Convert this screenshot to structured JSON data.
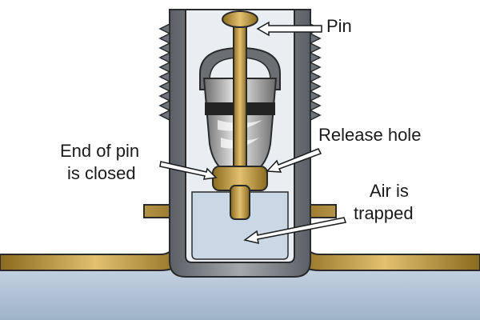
{
  "labels": {
    "pin": "Pin",
    "release_hole": "Release hole",
    "end_of_pin_line1": "End of pin",
    "end_of_pin_line2": "is closed",
    "air_line1": "Air is",
    "air_line2": "trapped"
  },
  "colors": {
    "brass": "#c9a24a",
    "brass_dark": "#8a6a1e",
    "steel": "#8a8f94",
    "steel_dark": "#4a4f55",
    "air": "#c9d8e4",
    "tube": "#b9c9d8",
    "outline": "#2a2a2a",
    "rubber": "#2b2b2b"
  }
}
